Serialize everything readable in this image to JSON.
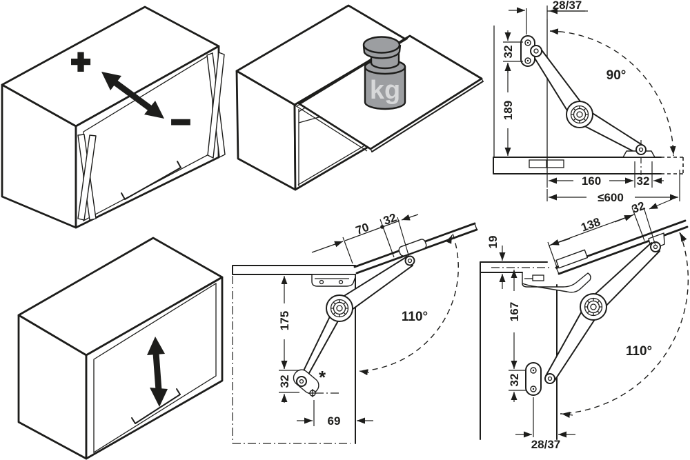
{
  "colors": {
    "line": "#1d1d1b",
    "background": "#ffffff",
    "weight_fill": "#9c9ea1",
    "weight_label": "#d7d8d9"
  },
  "adjustment_panel": {
    "plus_symbol": "+",
    "minus_symbol": "–"
  },
  "load_panel": {
    "weight_unit": "kg"
  },
  "fall_flap_panel": {
    "front_offset": "28/37",
    "plate_hole_spacing": "32",
    "mounting_height": "189",
    "angle": "90°",
    "foot_distance": "160",
    "foot_hole_spacing": "32",
    "flap_max_width": "≤600"
  },
  "lift_flap_front_panel": {
    "flap_edge_distance": "70",
    "flap_hole_spacing": "32",
    "mounting_height": "175",
    "plate_hole_spacing": "32",
    "front_distance": "69",
    "angle": "110°",
    "footnote_marker": "*"
  },
  "lift_flap_side_panel": {
    "flap_edge_distance": "138",
    "flap_hole_spacing": "32",
    "top_panel_thickness": "19",
    "mounting_height": "167",
    "plate_hole_spacing": "32",
    "front_offset": "28/37",
    "angle": "110°"
  }
}
